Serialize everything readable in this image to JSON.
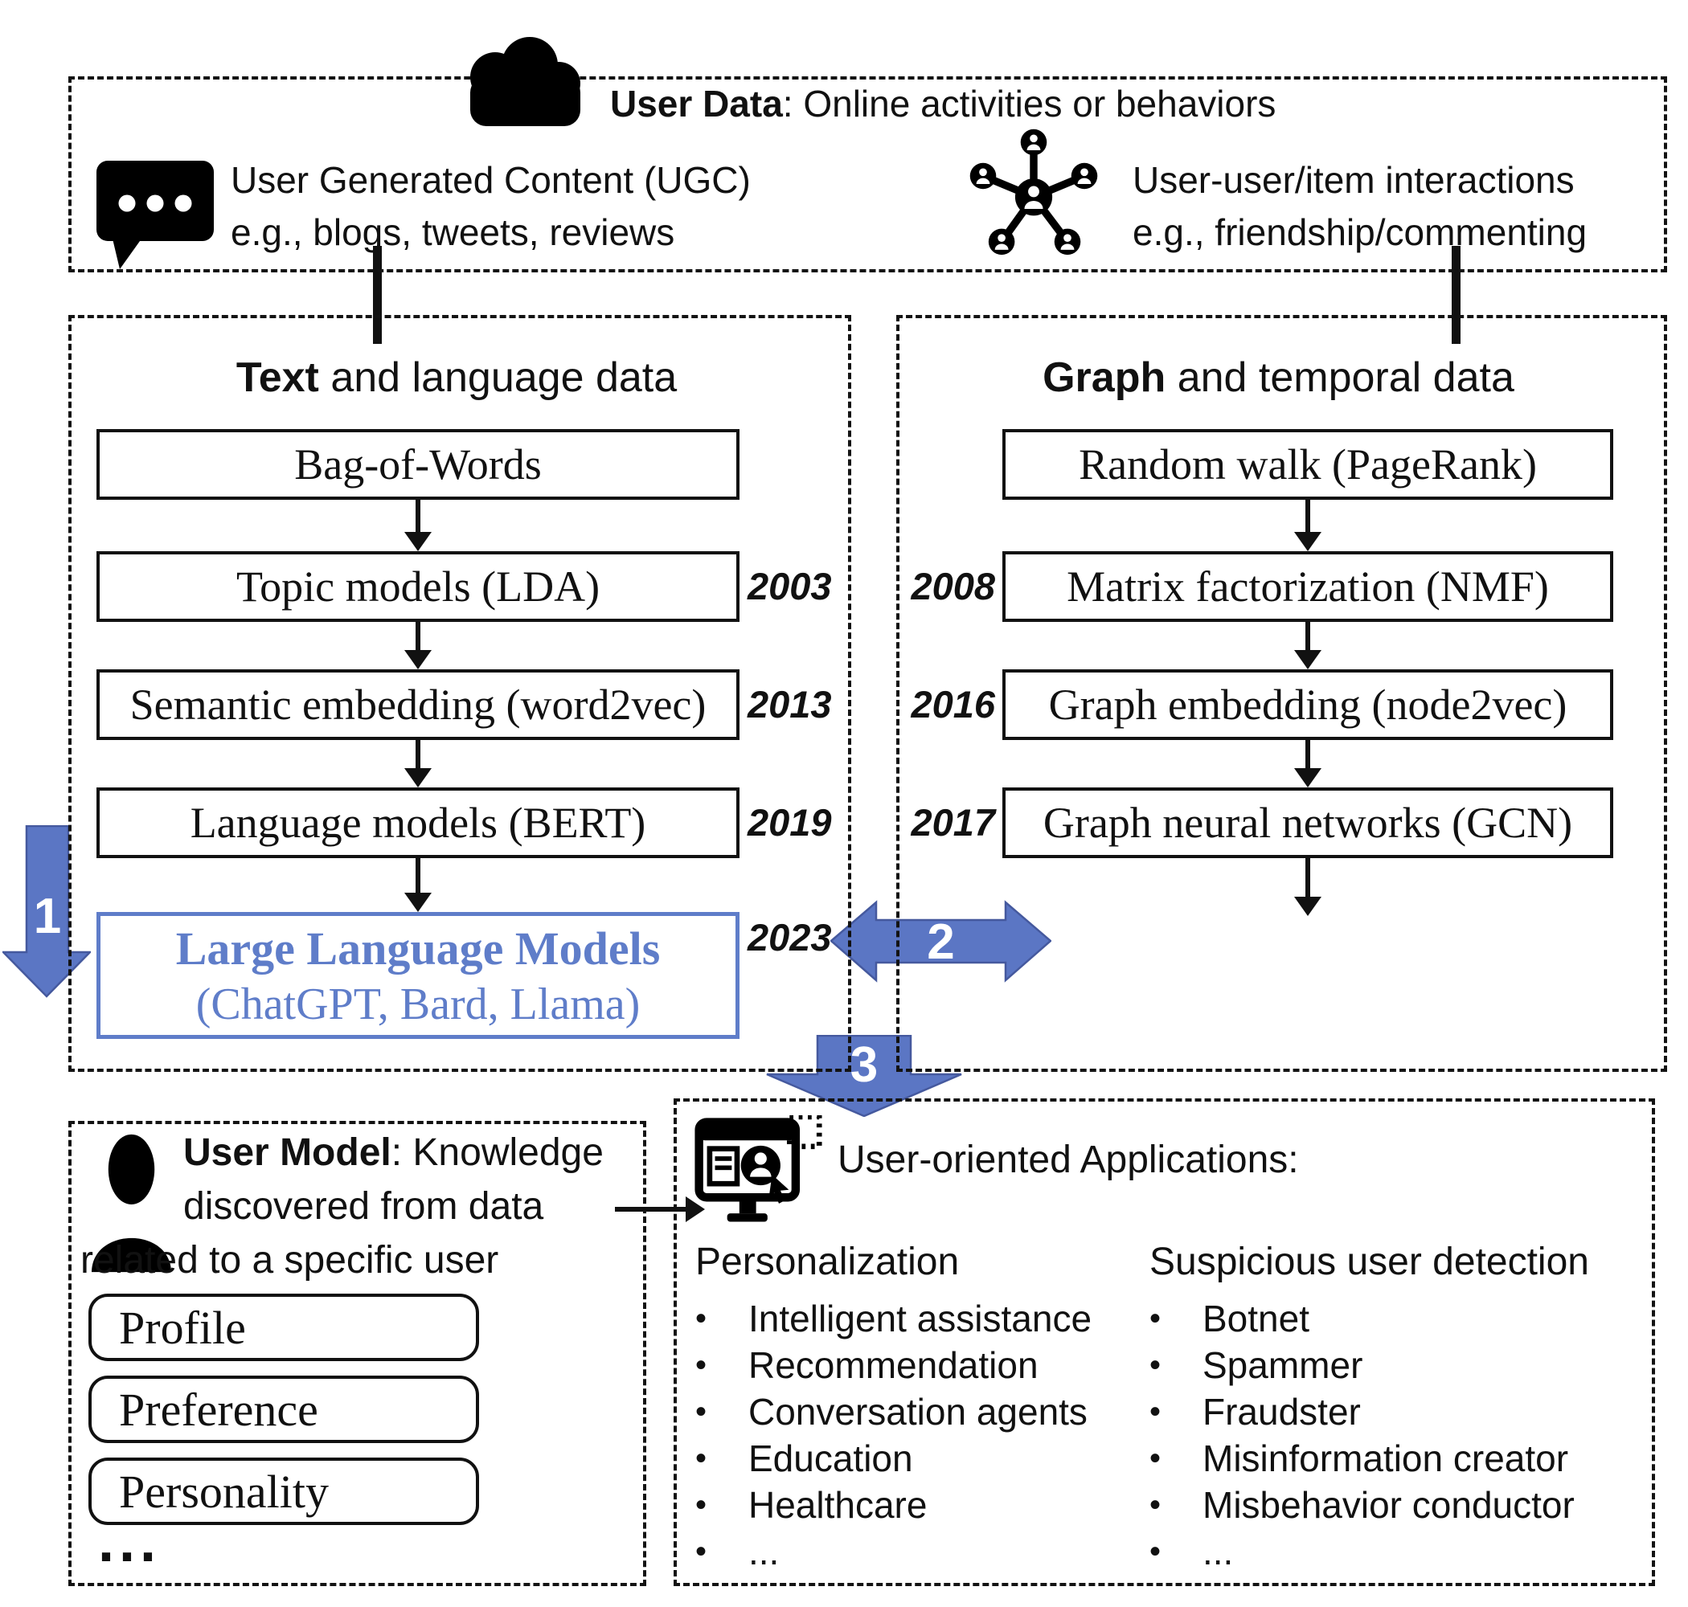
{
  "header": {
    "title_bold": "User Data",
    "title_rest": ": Online activities or behaviors",
    "ugc": {
      "line1": "User Generated Content (UGC)",
      "line2": "e.g., blogs, tweets, reviews"
    },
    "interactions": {
      "line1": "User-user/item interactions",
      "line2": "e.g., friendship/commenting"
    }
  },
  "text_column": {
    "title_bold": "Text",
    "title_rest": " and language data",
    "nodes": [
      {
        "label": "Bag-of-Words",
        "year": ""
      },
      {
        "label": "Topic models (LDA)",
        "year": "2003"
      },
      {
        "label": "Semantic embedding (word2vec)",
        "year": "2013"
      },
      {
        "label": "Language models (BERT)",
        "year": "2019"
      }
    ],
    "llm": {
      "line1": "Large Language Models",
      "line2": "(ChatGPT, Bard, Llama)",
      "year": "2023"
    }
  },
  "graph_column": {
    "title_bold": "Graph",
    "title_rest": " and temporal data",
    "nodes": [
      {
        "label": "Random walk (PageRank)",
        "year": ""
      },
      {
        "label": "Matrix factorization (NMF)",
        "year": "2008"
      },
      {
        "label": "Graph embedding (node2vec)",
        "year": "2016"
      },
      {
        "label": "Graph neural networks (GCN)",
        "year": "2017"
      }
    ]
  },
  "flow_arrows": {
    "one": "1",
    "two": "2",
    "three": "3"
  },
  "user_model": {
    "title_bold": "User Model",
    "title_rest": ": Knowledge",
    "line2": "discovered from data",
    "line3": "related to a specific user",
    "items": [
      "Profile",
      "Preference",
      "Personality"
    ],
    "ellipsis": "..."
  },
  "applications": {
    "title": "User-oriented Applications:",
    "col1": {
      "header": "Personalization",
      "items": [
        "Intelligent assistance",
        "Recommendation",
        "Conversation agents",
        "Education",
        "Healthcare",
        "..."
      ]
    },
    "col2": {
      "header": "Suspicious user detection",
      "items": [
        "Botnet",
        "Spammer",
        "Fraudster",
        "Misinformation creator",
        "Misbehavior conductor",
        "..."
      ]
    }
  },
  "icons": {
    "cloud": "cloud-icon",
    "speech": "speech-bubble-icon",
    "network": "user-network-icon",
    "person": "user-silhouette-icon",
    "monitor": "user-application-monitor-icon"
  },
  "colors": {
    "accent_blue": "#5b76c4",
    "accent_blue_stroke": "#45599e",
    "llm_blue": "#5f7dc9",
    "ink": "#111111"
  }
}
